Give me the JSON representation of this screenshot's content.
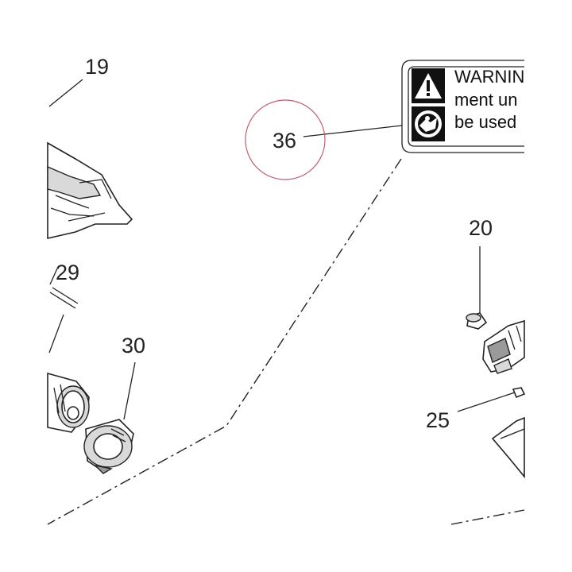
{
  "callouts": {
    "c19": "19",
    "c29": "29",
    "c30": "30",
    "c36": "36",
    "c20": "20",
    "c25": "25"
  },
  "warning_label": {
    "line1": "WARNIN",
    "line2": "ment un",
    "line3": "be used"
  },
  "colors": {
    "highlight_circle": "#c06070",
    "line": "#222222"
  },
  "icons": [
    "warning-triangle-icon",
    "read-manual-icon"
  ]
}
